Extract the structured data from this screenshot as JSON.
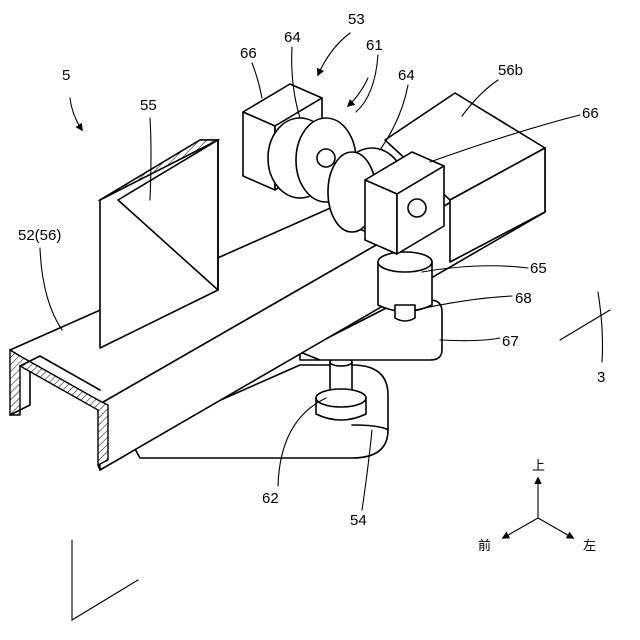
{
  "labels": {
    "assembly": "5",
    "frame": "52(56)",
    "plate": "55",
    "unit": "53",
    "roller_unit": "61",
    "roller_left": "64",
    "roller_right": "64",
    "bracket_left": "66",
    "bracket_right": "66",
    "block": "56b",
    "shaft_upper": "65",
    "pin": "68",
    "arm": "67",
    "shaft_lower": "62",
    "base_plate": "54",
    "ref_3": "3"
  },
  "directions": {
    "up": "上",
    "front": "前",
    "left": "左"
  }
}
